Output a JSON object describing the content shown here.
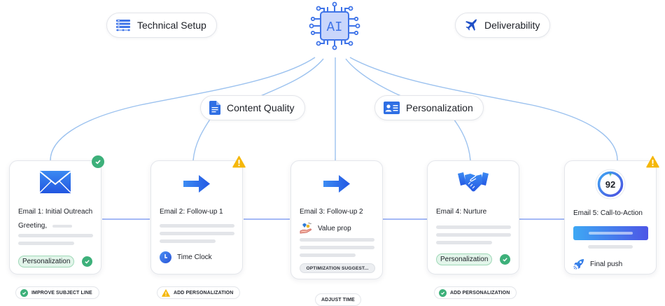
{
  "hub": {
    "label": "AI",
    "icon": "ai-chip-icon"
  },
  "categories": [
    {
      "id": "technical-setup",
      "label": "Technical Setup",
      "icon": "server-stack-icon"
    },
    {
      "id": "deliverability",
      "label": "Deliverability",
      "icon": "airplane-icon"
    },
    {
      "id": "content-quality",
      "label": "Content Quality",
      "icon": "document-icon"
    },
    {
      "id": "personalization",
      "label": "Personalization",
      "icon": "contact-card-icon"
    }
  ],
  "emails": [
    {
      "title": "Email 1: Initial Outreach",
      "status": "success",
      "icon": "envelope-icon",
      "greeting": "Greeting,",
      "tag": "Personalization",
      "tag_status": "success",
      "action": {
        "label": "IMPROVE SUBJECT LINE",
        "status": "success"
      }
    },
    {
      "title": "Email 2: Follow-up 1",
      "status": "warning",
      "icon": "arrow-right-icon",
      "feature": {
        "label": "Time Clock",
        "icon": "clock-icon"
      },
      "action": {
        "label": "ADD PERSONALIZATION",
        "status": "warning"
      }
    },
    {
      "title": "Email 3: Follow-up 2",
      "status": "none",
      "icon": "arrow-right-icon",
      "feature": {
        "label": "Value prop",
        "icon": "hand-gem-icon"
      },
      "suggestion": "OPTIMIZATION SUGGEST...",
      "action": {
        "label": "ADJUST TIME",
        "status": "none"
      }
    },
    {
      "title": "Email 4: Nurture",
      "status": "none",
      "icon": "handshake-icon",
      "tag": "Personalization",
      "tag_status": "success",
      "action": {
        "label": "ADD PERSONALIZATION",
        "status": "success"
      }
    },
    {
      "title": "Email 5: Call-to-Action",
      "status": "warning",
      "icon": "score-gauge-icon",
      "score": "92",
      "score_trend": "up",
      "feature": {
        "label": "Final push",
        "icon": "rocket-icon"
      }
    }
  ],
  "colors": {
    "accent": "#2f6fe4",
    "success": "#3db07a",
    "warning": "#f5b70a",
    "connector": "#8fb5ef"
  }
}
